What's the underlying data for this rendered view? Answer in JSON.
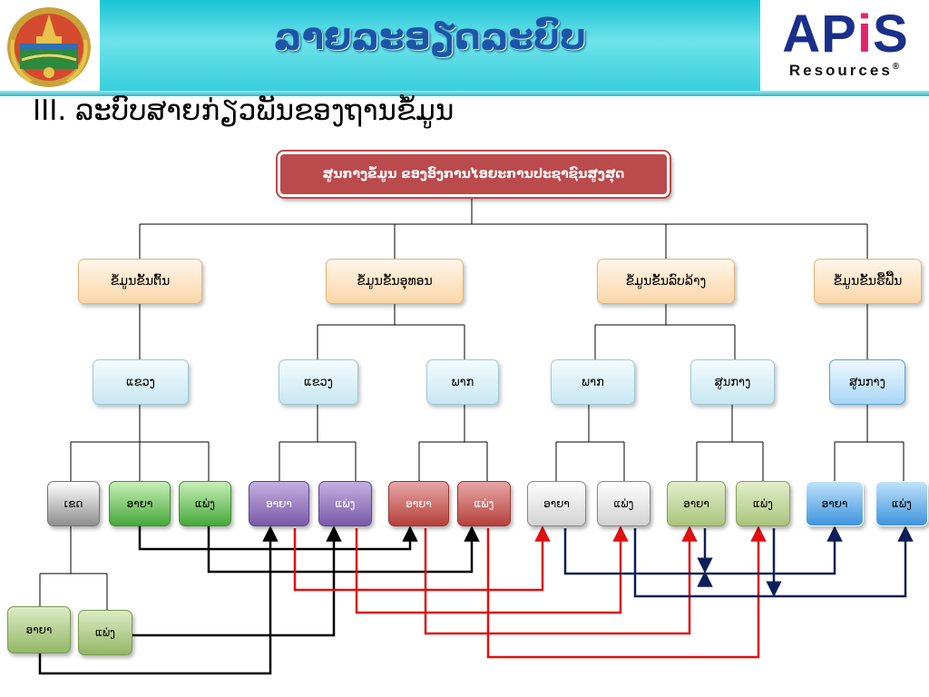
{
  "header": {
    "title": "ລາຍລະອຽດລະບົບ",
    "brand_logo": {
      "word_main": "AP",
      "word_i": "i",
      "word_end": "S",
      "subtitle": "Resources",
      "registered_mark": "®"
    },
    "emblem_icon": "lao-national-emblem"
  },
  "section": {
    "heading": "III.  ລະບົບສາຍກ່ຽວພັນຂອງຖານຂໍ້ມູນ"
  },
  "diagram": {
    "root": {
      "label": "ສູນກາງຂໍ້ມູນ  ຂອງອົງການໄອຍະການປະຊາຊົນສູງສຸດ"
    },
    "level1": [
      {
        "label": "ຂໍ້ມູນຂັ້ນຕົ້ນ"
      },
      {
        "label": "ຂໍ້ມູນຂັ້ນອຸທອນ"
      },
      {
        "label": "ຂໍ້ມູນຂັ້ນລົບລ້າງ"
      },
      {
        "label": "ຂໍ້ມູນຂັ້ນຮື້ຟື້ນ"
      }
    ],
    "level2": [
      {
        "label": "ແຂວງ"
      },
      {
        "label": "ແຂວງ"
      },
      {
        "label": "ພາກ"
      },
      {
        "label": "ພາກ"
      },
      {
        "label": "ສູນກາງ"
      },
      {
        "label": "ສູນກາງ"
      }
    ],
    "level3": [
      {
        "label": "ເຂດ"
      },
      {
        "label": "ອາຍາ"
      },
      {
        "label": "ແພ່ງ"
      },
      {
        "label": "ອາຍາ"
      },
      {
        "label": "ແພ່ງ"
      },
      {
        "label": "ອາຍາ"
      },
      {
        "label": "ແພ່ງ"
      },
      {
        "label": "ອາຍາ"
      },
      {
        "label": "ແພ່ງ"
      },
      {
        "label": "ອາຍາ"
      },
      {
        "label": "ແພ່ງ"
      },
      {
        "label": "ອາຍາ"
      },
      {
        "label": "ແພ່ງ"
      }
    ],
    "level4": [
      {
        "label": "ອາຍາ"
      },
      {
        "label": "ແພ່ງ"
      }
    ],
    "colors": {
      "root": "#bb4a4c",
      "connector": "#000000",
      "arrow_black": "#000000",
      "arrow_red": "#e01010",
      "arrow_navy": "#0d1f5a"
    }
  }
}
